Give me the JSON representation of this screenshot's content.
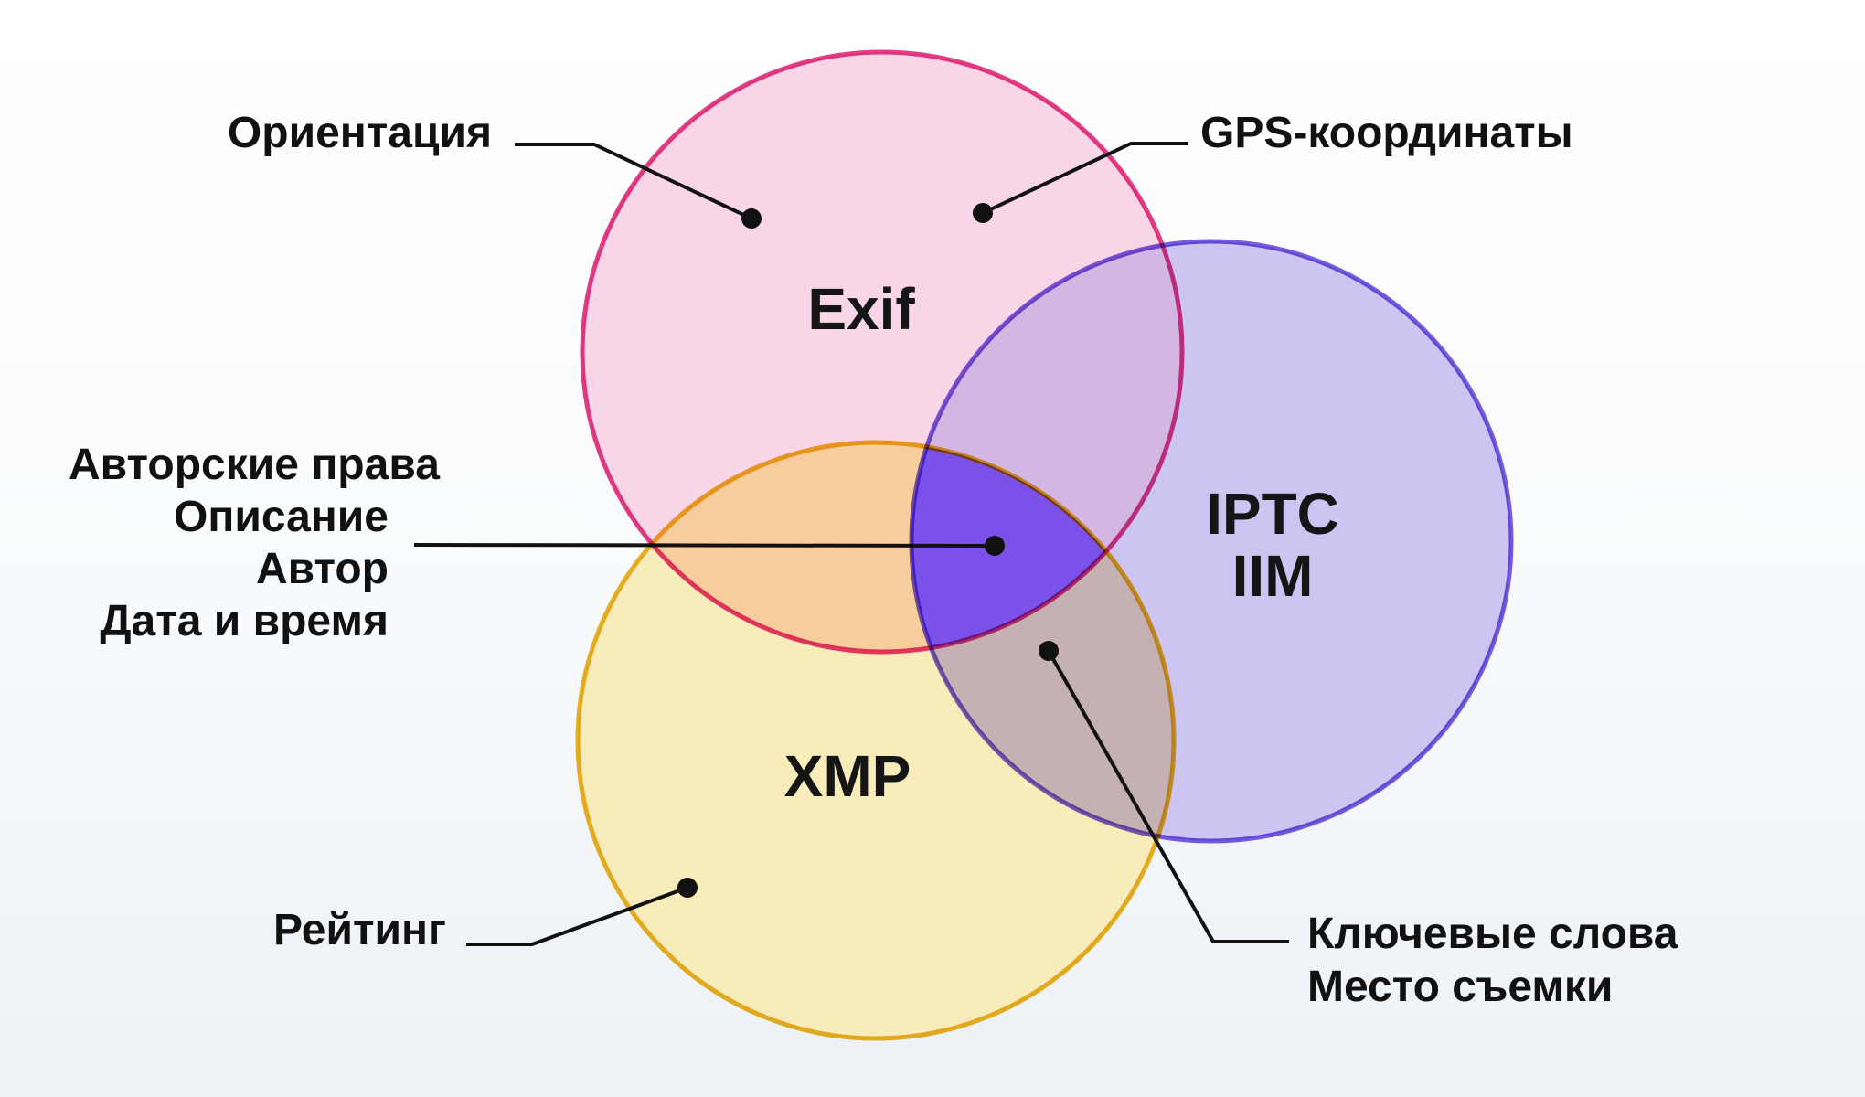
{
  "style": {
    "background_top": "#FFFFFF",
    "background_bottom": "#ECF1F6",
    "line_color": "#111111",
    "text_color": "#111111"
  },
  "venn": {
    "circles": [
      {
        "name": "Exif",
        "fill": "#F9D6E7",
        "stroke": "#E43C86"
      },
      {
        "name_line1": "IPTC",
        "name_line2": "IIM",
        "fill": "#CDC5F1",
        "stroke": "#7A5CE0"
      },
      {
        "name": "XMP",
        "fill": "#F7ECBA",
        "stroke": "#EDB424"
      }
    ],
    "overlaps": {
      "exif_iptc": "#D4B6E3",
      "exif_xmp": "#F8CD9D",
      "xmp_iptc": "#C6B1B2",
      "all": "#7B51E9"
    }
  },
  "annotations": {
    "orientation": {
      "label": "Ориентация"
    },
    "gps": {
      "label": "GPS-координаты"
    },
    "center": {
      "lines": [
        "Авторские права",
        "Описание",
        "Автор",
        "Дата и время"
      ]
    },
    "rating": {
      "label": "Рейтинг"
    },
    "keywords": {
      "lines": [
        "Ключевые слова",
        "Место съемки"
      ]
    }
  }
}
